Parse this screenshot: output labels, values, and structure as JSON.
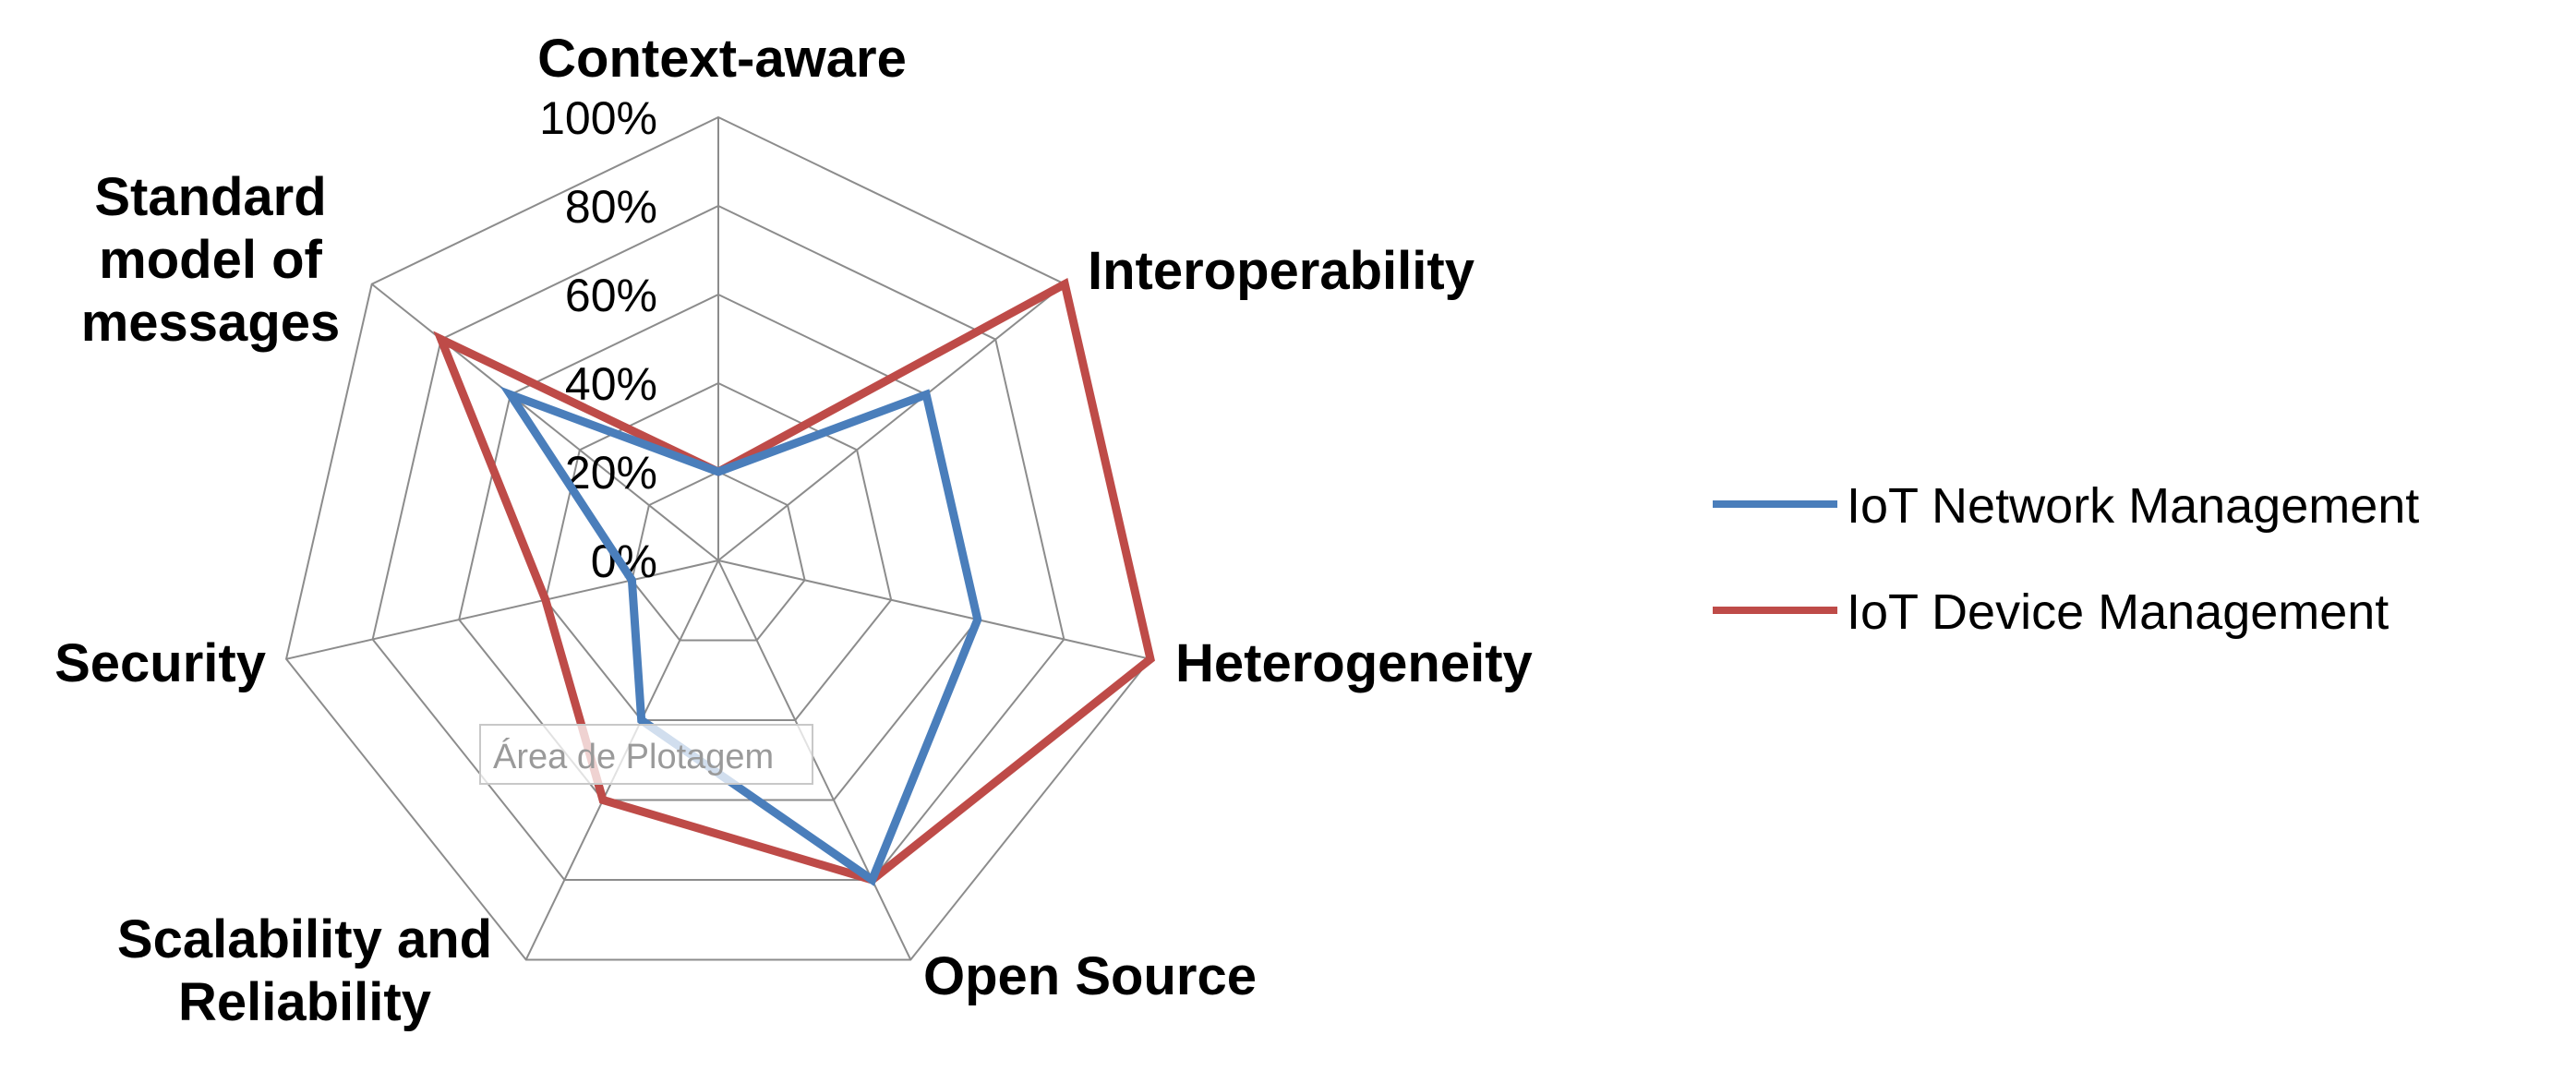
{
  "chart_data": {
    "type": "radar",
    "title": "",
    "axes": [
      "Context-aware",
      "Interoperability",
      "Heterogeneity",
      "Open Source",
      "Scalability and\nReliability",
      "Security",
      "Standard\nmodel of\nmessages"
    ],
    "ticks": [
      "0%",
      "20%",
      "40%",
      "60%",
      "80%",
      "100%"
    ],
    "range": [
      0,
      100
    ],
    "grid": true,
    "legend_position": "right",
    "series": [
      {
        "name": "IoT Network Management",
        "color": "#4a7ebb",
        "values": [
          20,
          60,
          60,
          80,
          40,
          20,
          60
        ]
      },
      {
        "name": "IoT Device Management",
        "color": "#be4b48",
        "values": [
          20,
          100,
          100,
          80,
          60,
          40,
          80
        ]
      }
    ]
  },
  "tooltip": "Área de Plotagem"
}
